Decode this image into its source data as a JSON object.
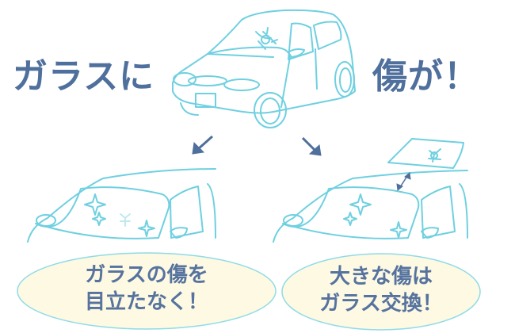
{
  "headline": {
    "left": "ガラスに",
    "right": "傷が！"
  },
  "options": [
    {
      "line1": "ガラスの傷を",
      "line2": "目立たなく！"
    },
    {
      "line1": "大きな傷は",
      "line2": "ガラス交換！"
    }
  ],
  "colors": {
    "line": "#6fd0e0",
    "text": "#4f6f9c",
    "bubble_fill": "#fdf9e2",
    "arrow": "#4f6f9c"
  }
}
